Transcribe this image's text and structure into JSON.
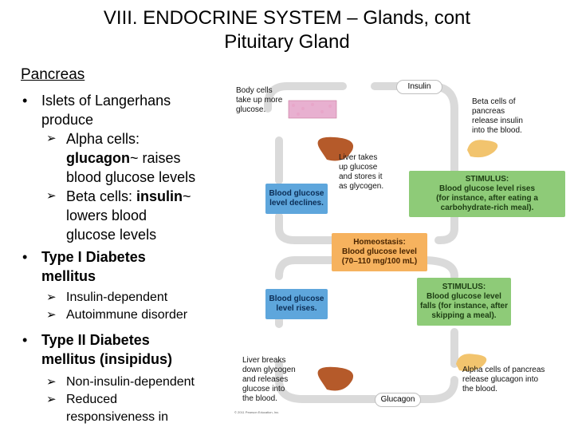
{
  "title": {
    "line1": "VIII.  ENDOCRINE SYSTEM – Glands, cont",
    "line2": "Pituitary Gland"
  },
  "notes": {
    "heading": "Pancreas",
    "islets_1": "Islets of Langerhans",
    "islets_2": "produce",
    "alpha_1": "Alpha cells:",
    "alpha_2_bold": "glucagon",
    "alpha_2_rest": "~ raises",
    "alpha_3": "blood glucose levels",
    "beta_1_a": "Beta cells: ",
    "beta_1_bold": "insulin",
    "beta_1_b": "~",
    "beta_2": "lowers blood",
    "beta_3": "glucose levels",
    "type1_1": "Type I Diabetes",
    "type1_2": "mellitus",
    "insulin_dep": "Insulin-dependent",
    "autoimmune": "Autoimmune disorder",
    "type2_1": "Type II Diabetes",
    "type2_2": "mellitus (insipidus)",
    "non_insulin": "Non-insulin-dependent",
    "reduced_1": "Reduced",
    "reduced_2": "responsiveness in"
  },
  "diagram": {
    "body_cells": [
      "Body cells",
      "take up more",
      "glucose."
    ],
    "insulin": "Insulin",
    "beta_cells": [
      "Beta cells of",
      "pancreas",
      "release insulin",
      "into the blood."
    ],
    "liver_takes": [
      "Liver takes",
      "up glucose",
      "and stores it",
      "as glycogen."
    ],
    "declines": [
      "Blood glucose",
      "level declines."
    ],
    "stimulus_top": [
      "STIMULUS:",
      "Blood glucose level rises",
      "(for instance, after eating a",
      "carbohydrate-rich meal)."
    ],
    "homeostasis": [
      "Homeostasis:",
      "Blood glucose level",
      "(70–110 mg/100 mL)"
    ],
    "stimulus_bottom": [
      "STIMULUS:",
      "Blood glucose level",
      "falls (for instance, after",
      "skipping a meal)."
    ],
    "rises": [
      "Blood glucose",
      "level rises."
    ],
    "liver_breaks": [
      "Liver breaks",
      "down glycogen",
      "and releases",
      "glucose into",
      "the blood."
    ],
    "alpha_cells": [
      "Alpha cells of pancreas",
      "release glucagon into",
      "the blood."
    ],
    "glucagon": "Glucagon",
    "copyright": "© 2011 Pearson Education, Inc."
  },
  "colors": {
    "blue_box": "#5ea6dc",
    "green_box": "#8ecb78",
    "orange_box": "#f6b25e",
    "arrow": "#d6d6d6"
  }
}
